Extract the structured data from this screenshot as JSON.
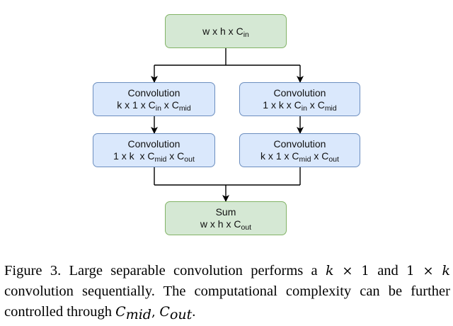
{
  "diagram": {
    "input": {
      "text": "w x h x C",
      "sub": "in"
    },
    "left_top": {
      "title": "Convolution",
      "p1": "k x 1 x C",
      "s1": "in",
      "p2": " x C",
      "s2": "mid"
    },
    "right_top": {
      "title": "Convolution",
      "p1": "1 x k x C",
      "s1": "in",
      "p2": " x C",
      "s2": "mid"
    },
    "left_bottom": {
      "title": "Convolution",
      "p1": "1 x k  x C",
      "s1": "mid",
      "p2": " x C",
      "s2": "out"
    },
    "right_bottom": {
      "title": "Convolution",
      "p1": "k x 1 x C",
      "s1": "mid",
      "p2": " x C",
      "s2": "out"
    },
    "sum": {
      "title": "Sum",
      "text": "w x h x C",
      "sub": "out"
    },
    "colors": {
      "io_fill": "#d5e8d4",
      "io_border": "#82b366",
      "conv_fill": "#dae8fc",
      "conv_border": "#6c8ebf",
      "edge": "#000000"
    }
  },
  "caption": {
    "t1": "Figure 3. Large separable convolution performs a ",
    "k1": "k",
    "x1": " × 1",
    "t2": " and ",
    "one": "1 × ",
    "k2": "k",
    "t3": " convolution sequentially.  The computational complexity can be further controlled through ",
    "c1": "C",
    "c1sub": "mid",
    "comma": ", ",
    "c2": "C",
    "c2sub": "out",
    "end": "."
  }
}
